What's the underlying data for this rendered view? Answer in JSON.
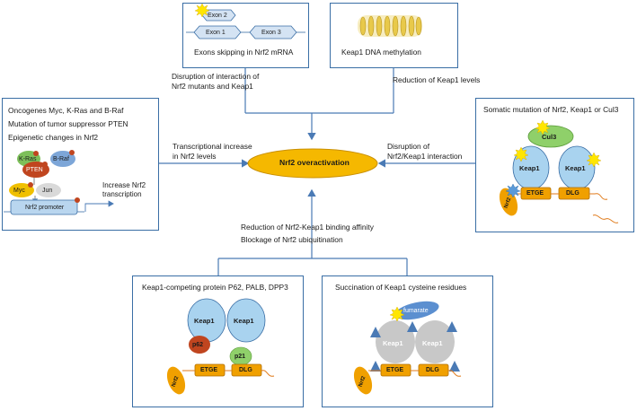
{
  "center": {
    "label": "Nrf2 overactivation"
  },
  "top_left_box": {
    "exon2": "Exon 2",
    "exon1": "Exon 1",
    "exon3": "Exon 3",
    "caption": "Exons skipping in Nrf2 mRNA"
  },
  "top_right_box": {
    "caption": "Keap1 DNA methylation"
  },
  "left_box": {
    "line1": "Oncogenes Myc, K-Ras and B-Raf",
    "line2": "Mutation of tumor suppressor PTEN",
    "line3": "Epigenetic changes in Nrf2",
    "kras": "K-Ras",
    "braf": "B-Raf",
    "pten": "PTEN",
    "myc": "Myc",
    "jun": "Jun",
    "promoter": "Nrf2 promoter",
    "increase": "Increase Nrf2\ntranscription"
  },
  "right_box": {
    "caption": "Somatic mutation of Nrf2, Keap1 or Cul3",
    "cul3": "Cul3",
    "keap1_a": "Keap1",
    "keap1_b": "Keap1",
    "etge": "ETGE",
    "dlg": "DLG",
    "nrf2": "Nrf2"
  },
  "bottom_left_box": {
    "caption": "Keap1-competing protein P62, PALB, DPP3",
    "keap1_a": "Keap1",
    "keap1_b": "Keap1",
    "p62": "p62",
    "p21": "p21",
    "etge": "ETGE",
    "dlg": "DLG",
    "nrf2": "Nrf2"
  },
  "bottom_right_box": {
    "caption": "Succination of Keap1 cysteine residues",
    "fumarate": "fumarate",
    "keap1_a": "Keap1",
    "keap1_b": "Keap1",
    "etge": "ETGE",
    "dlg": "DLG",
    "nrf2": "Nrf2"
  },
  "arrow_labels": {
    "top_left": "Disruption of interaction of\nNrf2 mutants and Keap1",
    "top_right": "Reduction of Keap1 levels",
    "left": "Transcriptional increase\nin Nrf2 levels",
    "right": "Disruption of\nNrf2/Keap1 interaction",
    "bottom1": "Reduction of Nrf2-Keap1 binding affinity",
    "bottom2": "Blockage of Nrf2 ubiquitination"
  },
  "colors": {
    "frame": "#3a6ea5",
    "arrow": "#4a7ab5",
    "center_fill": "#f5b800",
    "keap1": "#a9d3ef",
    "cul3": "#8fd06a",
    "etge": "#f0a000",
    "nrf2": "#f0a000",
    "p62": "#c0451f",
    "p21": "#8fd06a",
    "grey_keap1": "#c8c8c8",
    "fumarate": "#5b8fd0",
    "mutation_star": "#ffe600"
  }
}
